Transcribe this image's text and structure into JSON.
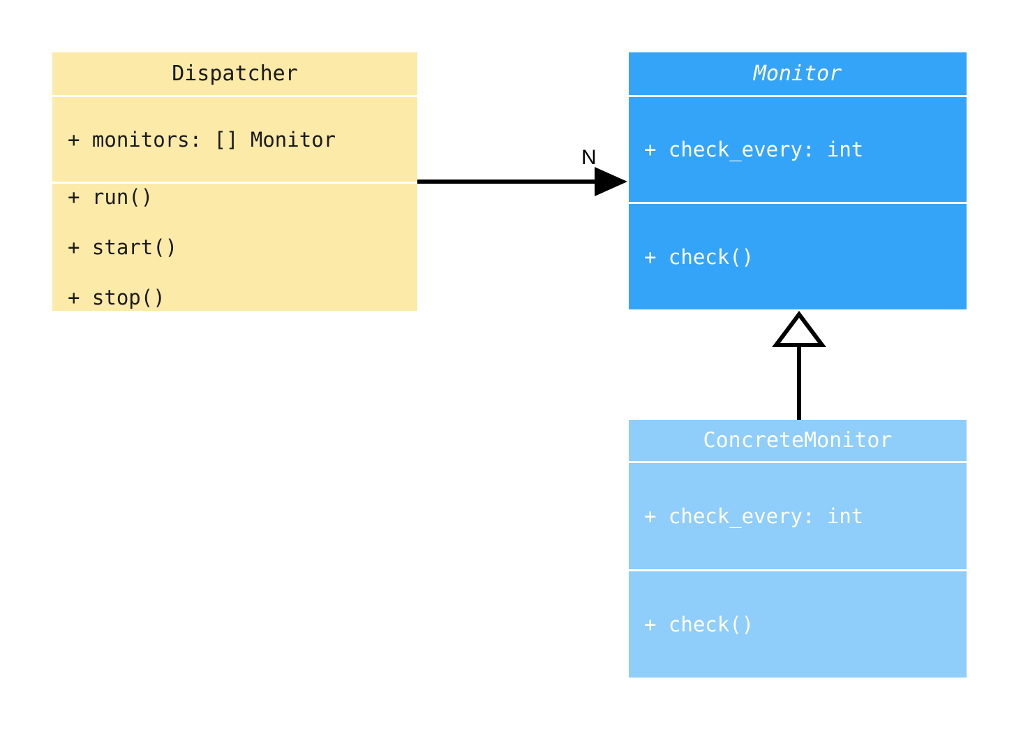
{
  "diagram": {
    "type": "uml-class-diagram",
    "background": "#ffffff",
    "classes": [
      {
        "id": "dispatcher",
        "name": "Dispatcher",
        "abstract": false,
        "fill": "#fceaa8",
        "text_color": "#1a1a1a",
        "attributes": [
          "+ monitors: [] Monitor"
        ],
        "methods": [
          "+ run()",
          "+ start()",
          "+ stop()"
        ]
      },
      {
        "id": "monitor",
        "name": "Monitor",
        "abstract": true,
        "fill": "#34a4f8",
        "text_color": "#ffffff",
        "attributes": [
          "+ check_every: int"
        ],
        "methods": [
          "+ check()"
        ]
      },
      {
        "id": "concrete_monitor",
        "name": "ConcreteMonitor",
        "abstract": false,
        "fill": "#8fcdfa",
        "text_color": "#ffffff",
        "attributes": [
          "+ check_every: int"
        ],
        "methods": [
          "+ check()"
        ]
      }
    ],
    "relationships": [
      {
        "id": "dispatcher-to-monitor",
        "kind": "association",
        "from": "Dispatcher",
        "to": "Monitor",
        "label": "N",
        "arrowhead": "filled-arrow",
        "line_color": "#000000"
      },
      {
        "id": "concrete-to-monitor",
        "kind": "generalization",
        "from": "ConcreteMonitor",
        "to": "Monitor",
        "label": "",
        "arrowhead": "hollow-triangle",
        "line_color": "#000000"
      }
    ]
  }
}
